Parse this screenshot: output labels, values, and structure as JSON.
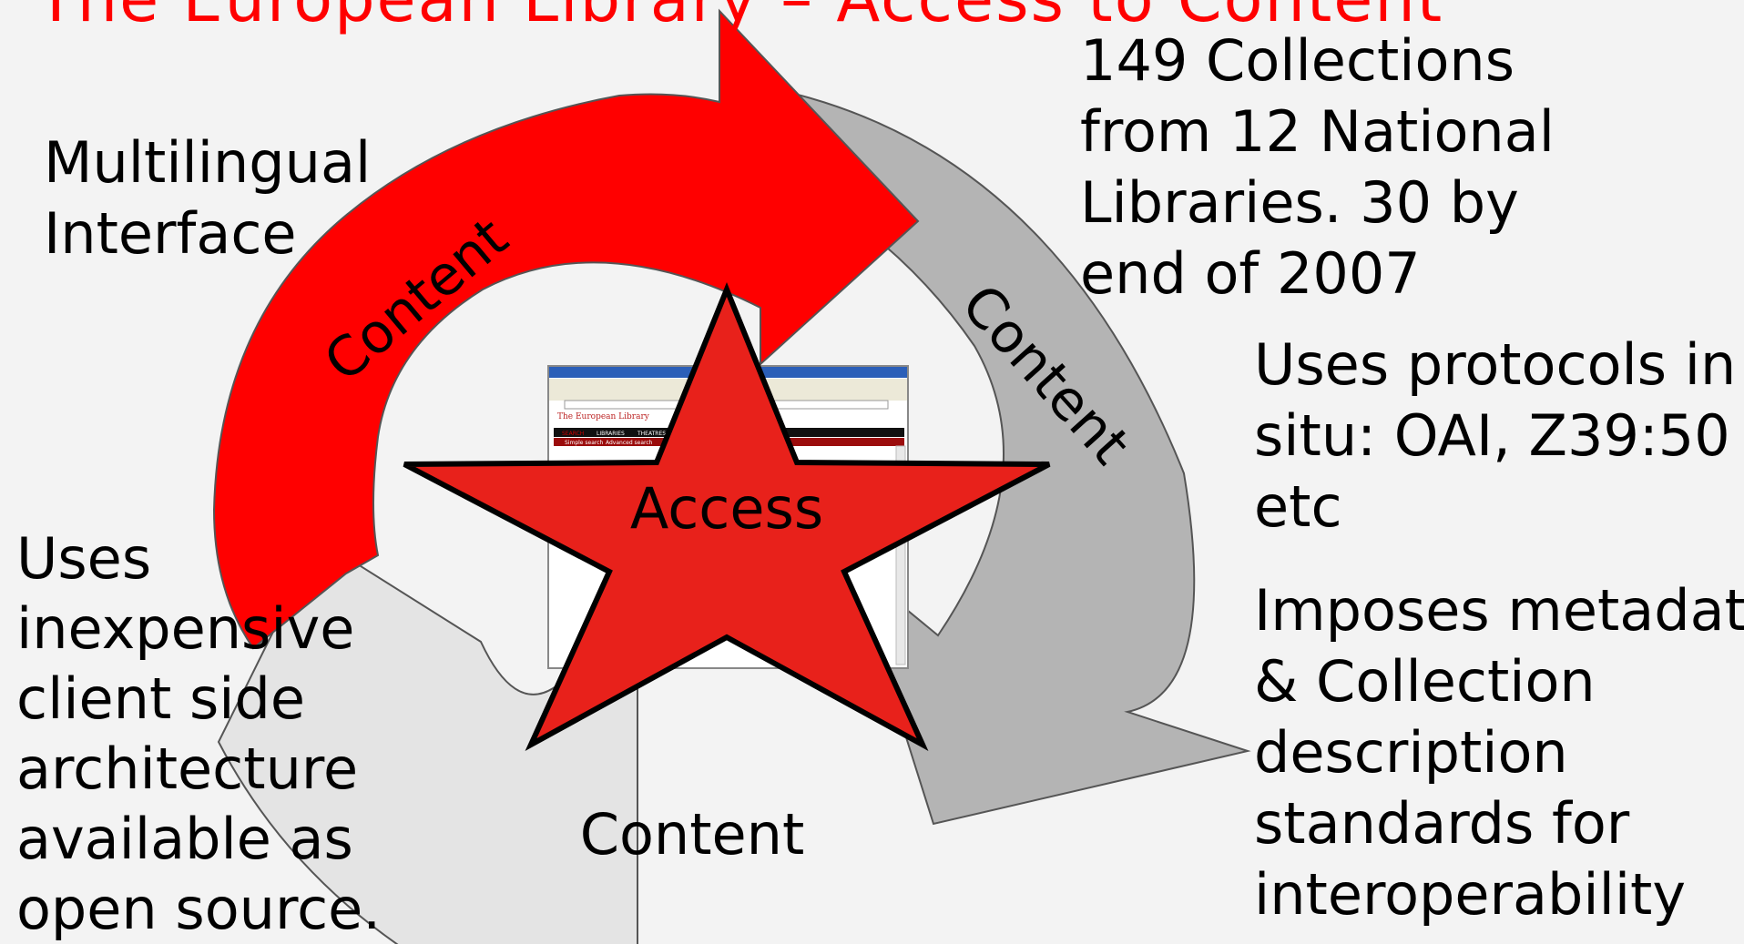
{
  "title": "The European Library – Access to Content",
  "diagram": {
    "center_label": "Access",
    "arrow_labels": [
      "Content",
      "Content",
      "Content"
    ],
    "colors": {
      "red_arrow": "#ff0000",
      "dark_grey_arrow": "#b4b4b4",
      "light_grey_arrow": "#e4e4e4",
      "star": "#e8211b"
    }
  },
  "notes": {
    "multilingual": [
      "Multilingual",
      "Interface"
    ],
    "collections": [
      "149 Collections",
      "from 12 National",
      "Libraries. 30 by",
      "end of 2007"
    ],
    "protocols": [
      "Uses protocols in",
      "situ: OAI, Z39:50",
      "etc"
    ],
    "metadata": [
      "Imposes metadata",
      "& Collection",
      "description",
      "standards for",
      "interoperability"
    ],
    "architecture": [
      "Uses",
      "inexpensive",
      "client side",
      "architecture",
      "available as",
      "open source."
    ]
  },
  "screenshot": {
    "site_title": "The European Library",
    "tabs": [
      "SEARCH",
      "LIBRARIES",
      "THEATRES"
    ],
    "subtabs": [
      "Simple search",
      "Advanced search"
    ]
  }
}
